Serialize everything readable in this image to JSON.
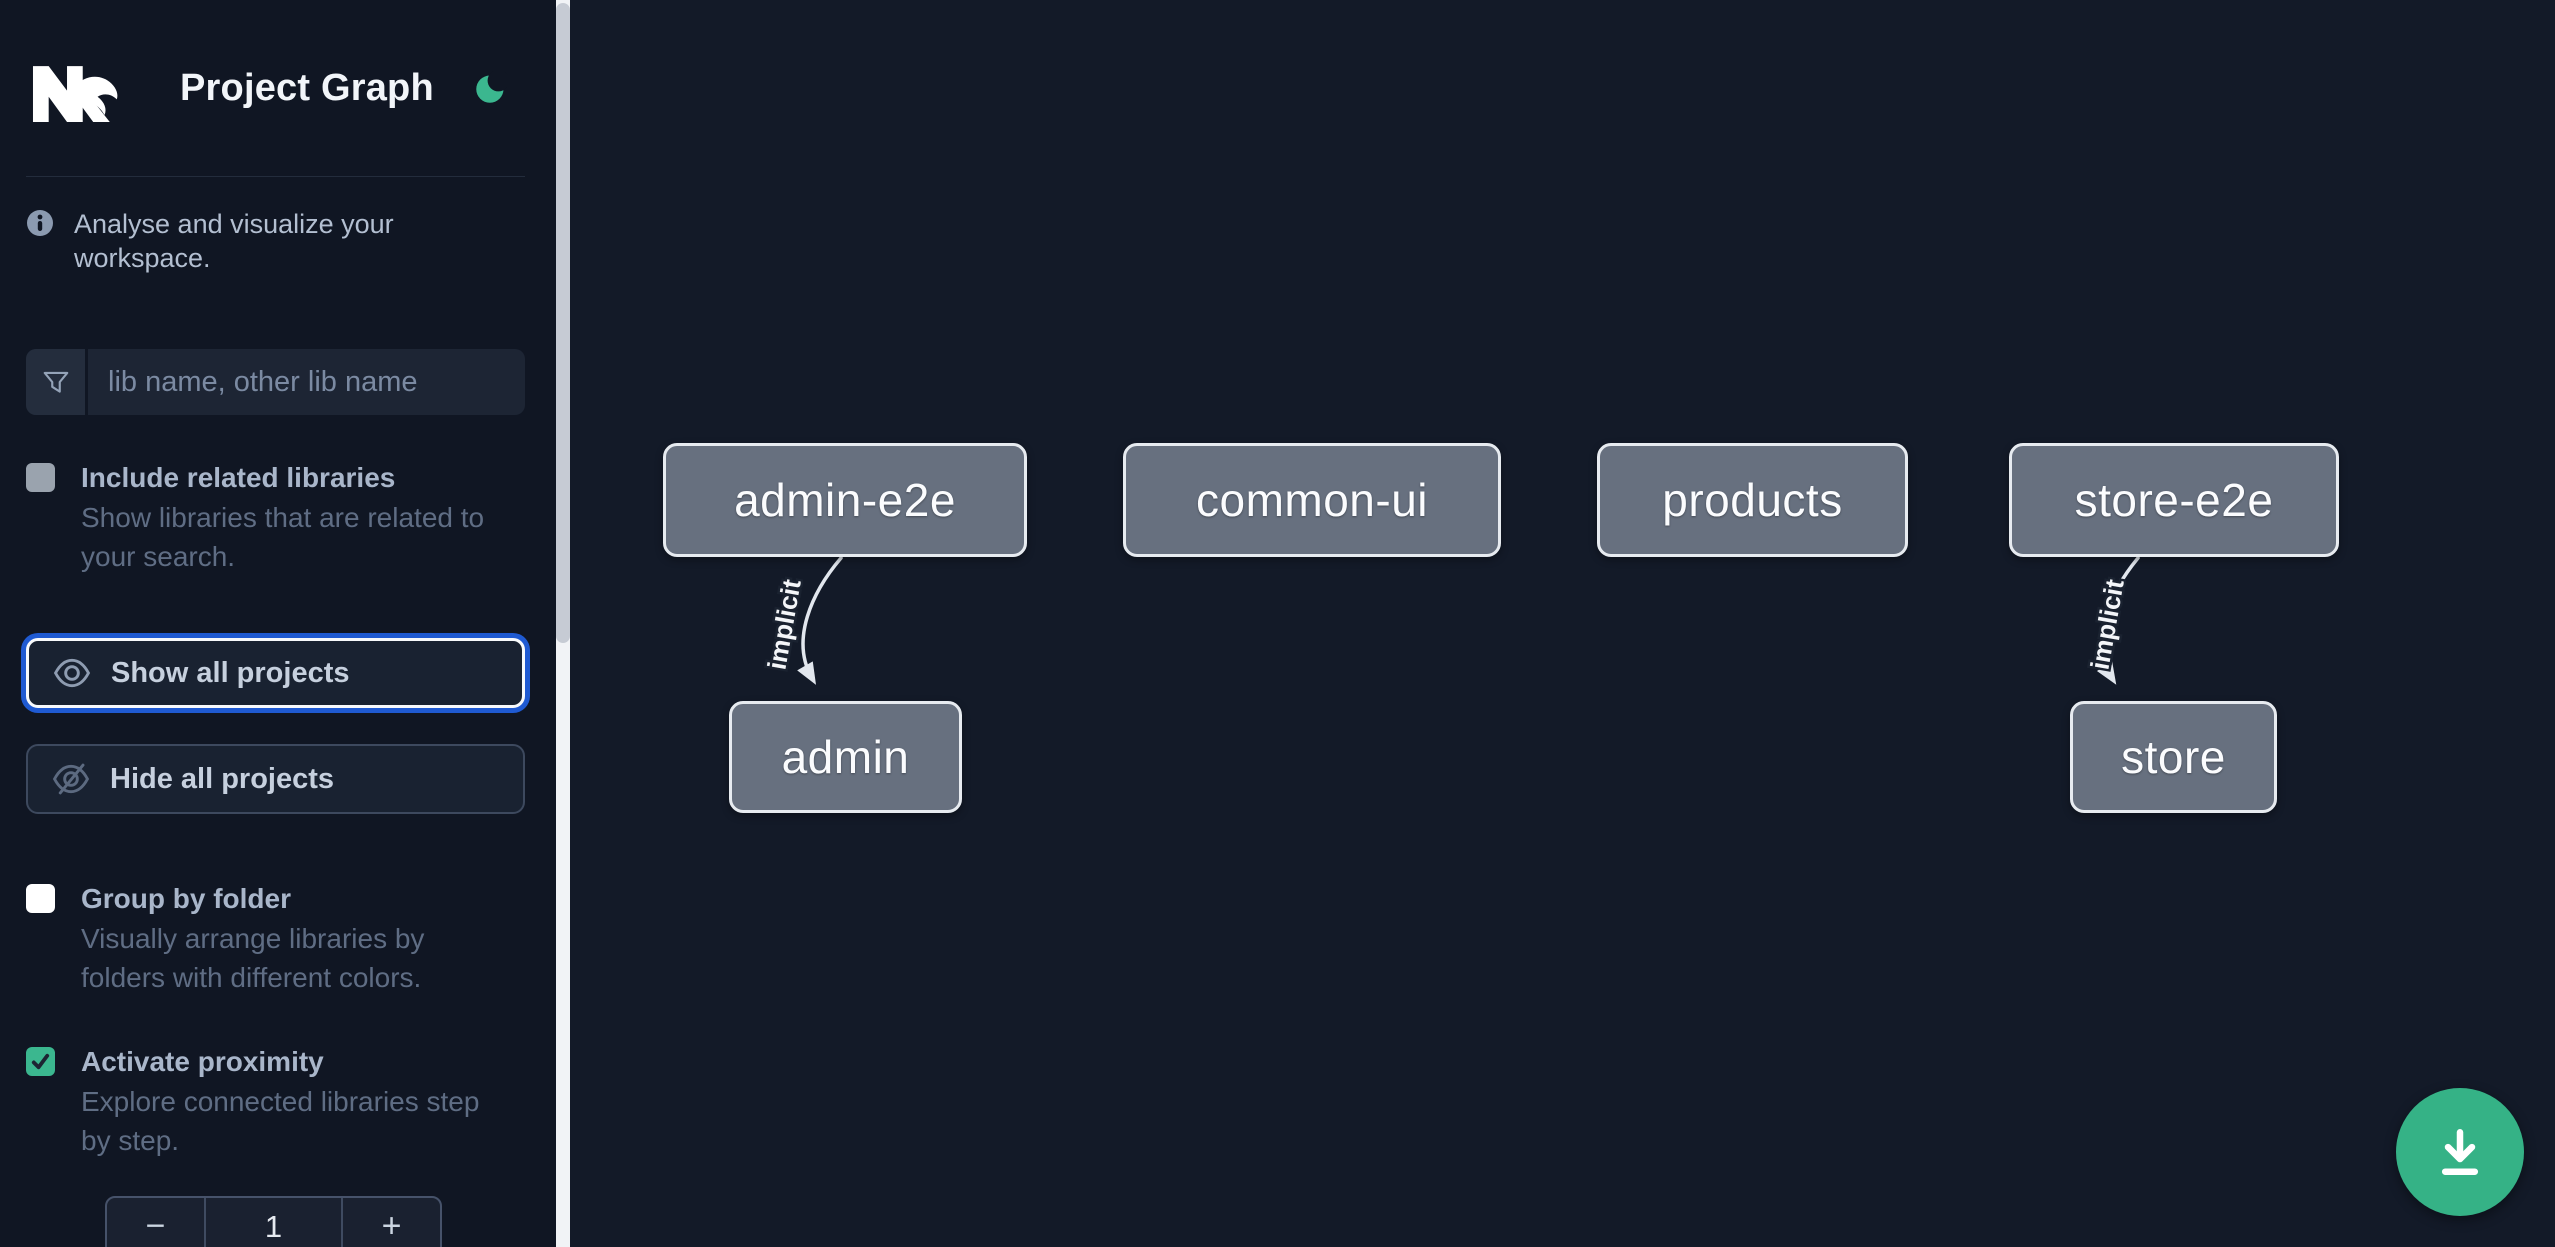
{
  "app": {
    "title": "Project Graph",
    "logo_alt": "Nx"
  },
  "icons": {
    "theme_toggle": "moon-icon",
    "info": "info-icon",
    "search": "funnel-icon",
    "show_all": "eye-icon",
    "hide_all": "eye-off-icon",
    "export_image": "download-icon"
  },
  "sidebar": {
    "info_text": "Analyse and visualize your workspace.",
    "search": {
      "placeholder": "lib name, other lib name",
      "value": ""
    },
    "include_related": {
      "label": "Include related libraries",
      "description": "Show libraries that are related to your search.",
      "checked": false
    },
    "actions": {
      "show_all": "Show all projects",
      "hide_all": "Hide all projects"
    },
    "group_by_folder": {
      "label": "Group by folder",
      "description": "Visually arrange libraries by folders with different colors.",
      "checked": false
    },
    "activate_proximity": {
      "label": "Activate proximity",
      "description": "Explore connected libraries step by step.",
      "checked": true
    },
    "proximity_stepper": {
      "decrement": "−",
      "value": "1",
      "increment": "+"
    }
  },
  "graph": {
    "type": "dependency-graph",
    "nodes": [
      {
        "id": "admin-e2e",
        "label": "admin-e2e"
      },
      {
        "id": "common-ui",
        "label": "common-ui"
      },
      {
        "id": "products",
        "label": "products"
      },
      {
        "id": "store-e2e",
        "label": "store-e2e"
      },
      {
        "id": "admin",
        "label": "admin"
      },
      {
        "id": "store",
        "label": "store"
      }
    ],
    "edges": [
      {
        "source": "admin-e2e",
        "target": "admin",
        "label": "implicit"
      },
      {
        "source": "store-e2e",
        "target": "store",
        "label": "implicit"
      }
    ]
  },
  "colors": {
    "accent_green": "#3bb78f",
    "fab_green": "#35b286",
    "focus_ring_blue": "#1f5ad2",
    "node_fill": "#67707f",
    "node_border": "#e7ebf0",
    "sidebar_bg": "#101623",
    "canvas_bg": "#131a28"
  }
}
